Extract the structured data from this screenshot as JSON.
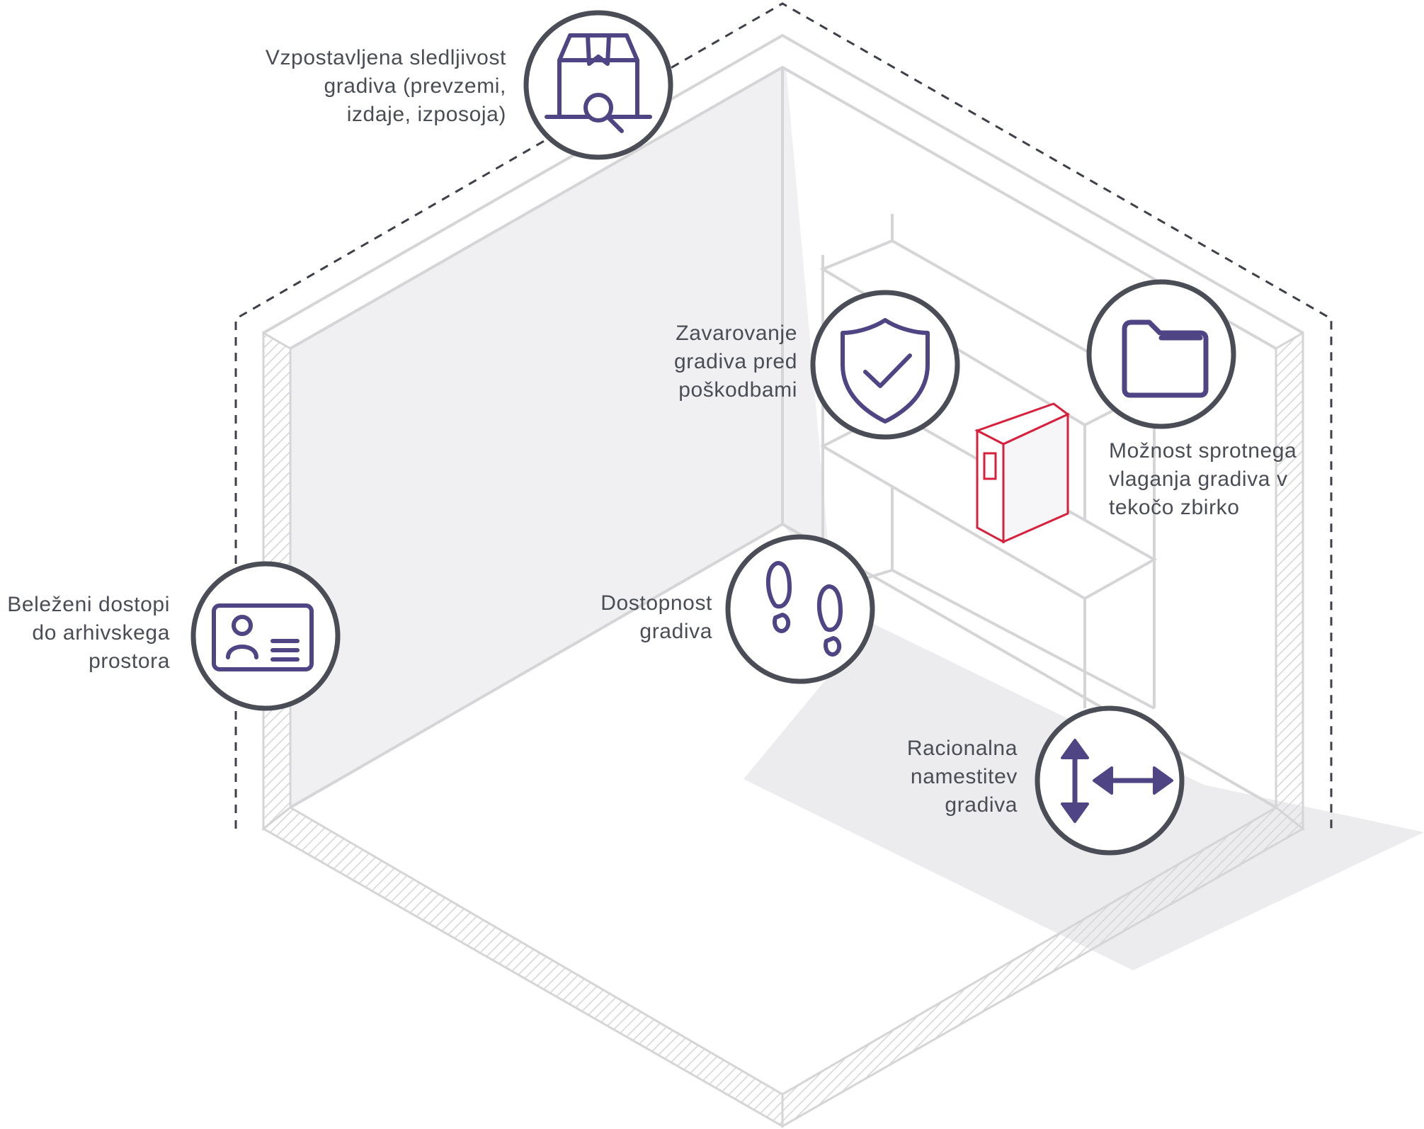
{
  "colors": {
    "icon": "#4f4584",
    "ring": "#4a4d55",
    "wall_line": "#d5d5d7",
    "wall_fill": "#f0f0f2",
    "shadow": "#ececee",
    "binder": "#d8203c",
    "dash": "#3d4048"
  },
  "features": [
    {
      "id": "traceability",
      "icon": "box-search-icon",
      "lines": [
        "Vzpostavljena sledljivost",
        "gradiva (prevzemi,",
        "izdaje, izposoja)"
      ]
    },
    {
      "id": "access-log",
      "icon": "id-card-icon",
      "lines": [
        "Beleženi dostopi",
        "do arhivskega",
        "prostora"
      ]
    },
    {
      "id": "protection",
      "icon": "shield-check-icon",
      "lines": [
        "Zavarovanje",
        "gradiva pred",
        "poškodbami"
      ]
    },
    {
      "id": "accessibility",
      "icon": "footprints-icon",
      "lines": [
        "Dostopnost",
        "gradiva"
      ]
    },
    {
      "id": "filing",
      "icon": "folder-icon",
      "lines": [
        "Možnost sprotnega",
        "vlaganja gradiva v",
        "tekočo zbirko"
      ]
    },
    {
      "id": "placement",
      "icon": "arrows-icon",
      "lines": [
        "Racionalna",
        "namestitev",
        "gradiva"
      ]
    }
  ]
}
